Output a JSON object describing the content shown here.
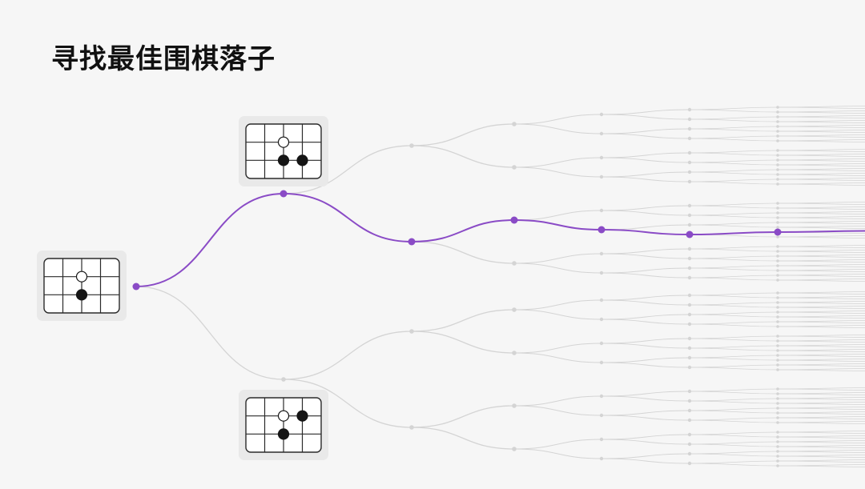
{
  "title": "寻找最佳围棋落子",
  "colors": {
    "background": "#f6f6f6",
    "highlight_path": "#8a4bc6",
    "faded_branch": "#d4d4d4",
    "board_card": "#e9e9e9",
    "stone_black": "#151515",
    "stone_white": "#ffffff"
  },
  "tree": {
    "depth": 8,
    "branching": 2,
    "best_path_choices": [
      0,
      1,
      0,
      1,
      1,
      0,
      0
    ]
  },
  "boards": [
    {
      "name": "root-board",
      "stones": [
        {
          "col": 2,
          "row": 1,
          "color": "white"
        },
        {
          "col": 2,
          "row": 2,
          "color": "black"
        }
      ]
    },
    {
      "name": "top-branch-board",
      "stones": [
        {
          "col": 2,
          "row": 1,
          "color": "white"
        },
        {
          "col": 2,
          "row": 2,
          "color": "black"
        },
        {
          "col": 3,
          "row": 2,
          "color": "black"
        }
      ]
    },
    {
      "name": "bottom-branch-board",
      "stones": [
        {
          "col": 2,
          "row": 1,
          "color": "white"
        },
        {
          "col": 2,
          "row": 2,
          "color": "black"
        },
        {
          "col": 3,
          "row": 1,
          "color": "black"
        }
      ]
    }
  ]
}
